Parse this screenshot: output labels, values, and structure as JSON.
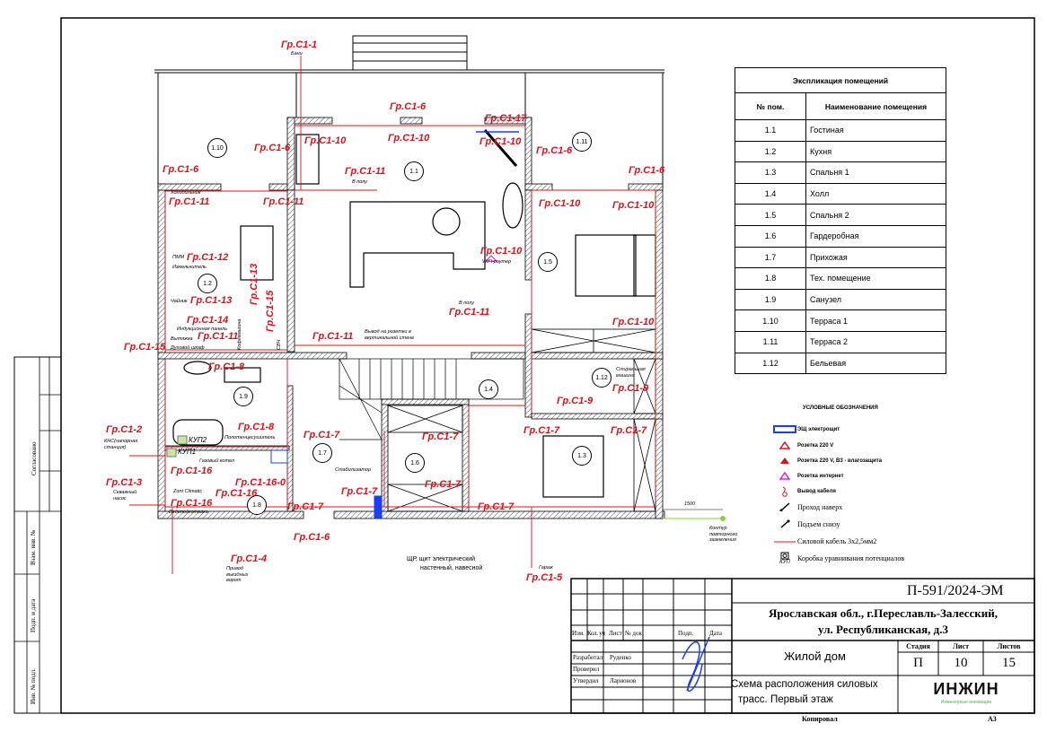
{
  "rooms_table": {
    "title": "Экспликация помещений",
    "headers": [
      "№ пом.",
      "Наименование помещения"
    ],
    "rows": [
      [
        "1.1",
        "Гостиная"
      ],
      [
        "1.2",
        "Кухня"
      ],
      [
        "1.3",
        "Спальня 1"
      ],
      [
        "1.4",
        "Холл"
      ],
      [
        "1.5",
        "Спальня 2"
      ],
      [
        "1.6",
        "Гардеробная"
      ],
      [
        "1.7",
        "Прихожая"
      ],
      [
        "1.8",
        "Тех. помещение"
      ],
      [
        "1.9",
        "Санузел"
      ],
      [
        "1.10",
        "Терраса 1"
      ],
      [
        "1.11",
        "Терраса 2"
      ],
      [
        "1.12",
        "Бельевая"
      ]
    ]
  },
  "legend": {
    "title": "УСЛОВНЫЕ ОБОЗНАЧЕНИЯ",
    "items": [
      {
        "icon": "distribution-board-icon",
        "label": "ЭЩ электрощит"
      },
      {
        "icon": "socket-icon",
        "label": "Розетка 220 V"
      },
      {
        "icon": "socket-waterproof-icon",
        "label": "Розетка 220 V, В3 - влагозащита"
      },
      {
        "icon": "internet-socket-icon",
        "label": "Розетка интернет"
      },
      {
        "icon": "cable-outlet-icon",
        "label": "Вывод кабеля"
      },
      {
        "icon": "pass-up-icon",
        "label": "Проход наверх"
      },
      {
        "icon": "rise-from-below-icon",
        "label": "Подъем снизу"
      },
      {
        "icon": "power-cable-icon",
        "label": "Силовой кабель 3х2,5мм2"
      },
      {
        "icon": "equipotential-box-icon",
        "label": "Коробка уравнивания потенциалов"
      }
    ],
    "box_label": "КУП",
    "colors": {
      "red": "#e0101a",
      "blue": "#1a3cff",
      "magenta": "#e020e0"
    }
  },
  "plan": {
    "room_numbers": [
      "1.1",
      "1.2",
      "1.3",
      "1.4",
      "1.5",
      "1.6",
      "1.7",
      "1.8",
      "1.9",
      "1.10",
      "1.11",
      "1.12"
    ],
    "circuits": [
      "Гр.С1-1",
      "Гр.С1-6",
      "Гр.С1-11",
      "Гр.С1-12",
      "Гр.С1-13",
      "Гр.С1-14",
      "Гр.С1-11",
      "Гр.С1-15",
      "Гр.С1-13",
      "Гр.С1-15",
      "Гр.С1-8",
      "Гр.С1-8",
      "Гр.С1-2",
      "Гр.С1-16",
      "Гр.С1-16-0",
      "Гр.С1-3",
      "Гр.С1-16",
      "Гр.С1-16",
      "Гр.С1-4",
      "Гр.С1-7",
      "Гр.С1-7",
      "Гр.С1-6",
      "Гр.С1-7",
      "Гр.С1-7",
      "Гр.С1-7",
      "Гр.С1-7",
      "Гр.С1-5",
      "Гр.С1-11",
      "Гр.С1-6",
      "Гр.С1-10",
      "Гр.С1-6",
      "Гр.С1-10",
      "Гр.С1-11",
      "Гр.С1-17",
      "Гр.С1-10",
      "Гр.С1-6",
      "Гр.С1-11",
      "Гр.С1-10",
      "Гр.С1-11",
      "Гр.С1-6",
      "Гр.С1-10",
      "Гр.С1-10",
      "Гр.С1-10",
      "Гр.С1-9",
      "Гр.С1-9",
      "Гр.С1-7",
      "Гр.С1-7"
    ],
    "notes": [
      "Бани",
      "В полу",
      "Холодильник",
      "ПММ",
      "Измельчитель",
      "Чайник",
      "Индукционная панель",
      "Вытяжка",
      "Духовой шкаф",
      "Кофемашина",
      "СВЧ",
      "Полотенцесушитель",
      "КНС(напорная станция)",
      "Газовый котел",
      "Скважный насос",
      "Zont Climatic",
      "Водоподготовка",
      "Привод въездных ворот",
      "Гараж",
      "WiFi-роутер",
      "В полу",
      "Вывод на розетки в вертикальной стене",
      "Стабилизатор",
      "КУП1",
      "КУП2",
      "Стиральная машина",
      "1500",
      "Контур повторного заземления",
      "ЩР, щит электрический",
      "настенный, навесной"
    ]
  },
  "side_stamp": {
    "agreed": "Согласовано",
    "inv_replace": "Взам. инв. №",
    "sign_date": "Подп. и дата",
    "inv_orig": "Инв. № подл."
  },
  "title_block": {
    "code": "П-591/2024-ЭМ",
    "address_line1": "Ярославская обл., г.Переславль-Залесский,",
    "address_line2": "ул. Республиканская, д.3",
    "object": "Жилой дом",
    "sheet_title_line1": "Схема расположения силовых",
    "sheet_title_line2": "трасс. Первый этаж",
    "headers": [
      "Изм.",
      "Кол. уч",
      "Лист",
      "№ док",
      "Подп.",
      "Дата"
    ],
    "stage_label": "Стадия",
    "sheet_label": "Лист",
    "sheets_label": "Листов",
    "stage": "П",
    "sheet": "10",
    "sheets": "15",
    "roles": [
      [
        "Разработал",
        "Руденко"
      ],
      [
        "Проверил",
        ""
      ],
      [
        "Утвердил",
        "Ларионов"
      ]
    ],
    "logo": "ИНЖИН",
    "logo_sub": "Инженерные инновации",
    "copied": "Копировал",
    "format": "А3"
  }
}
